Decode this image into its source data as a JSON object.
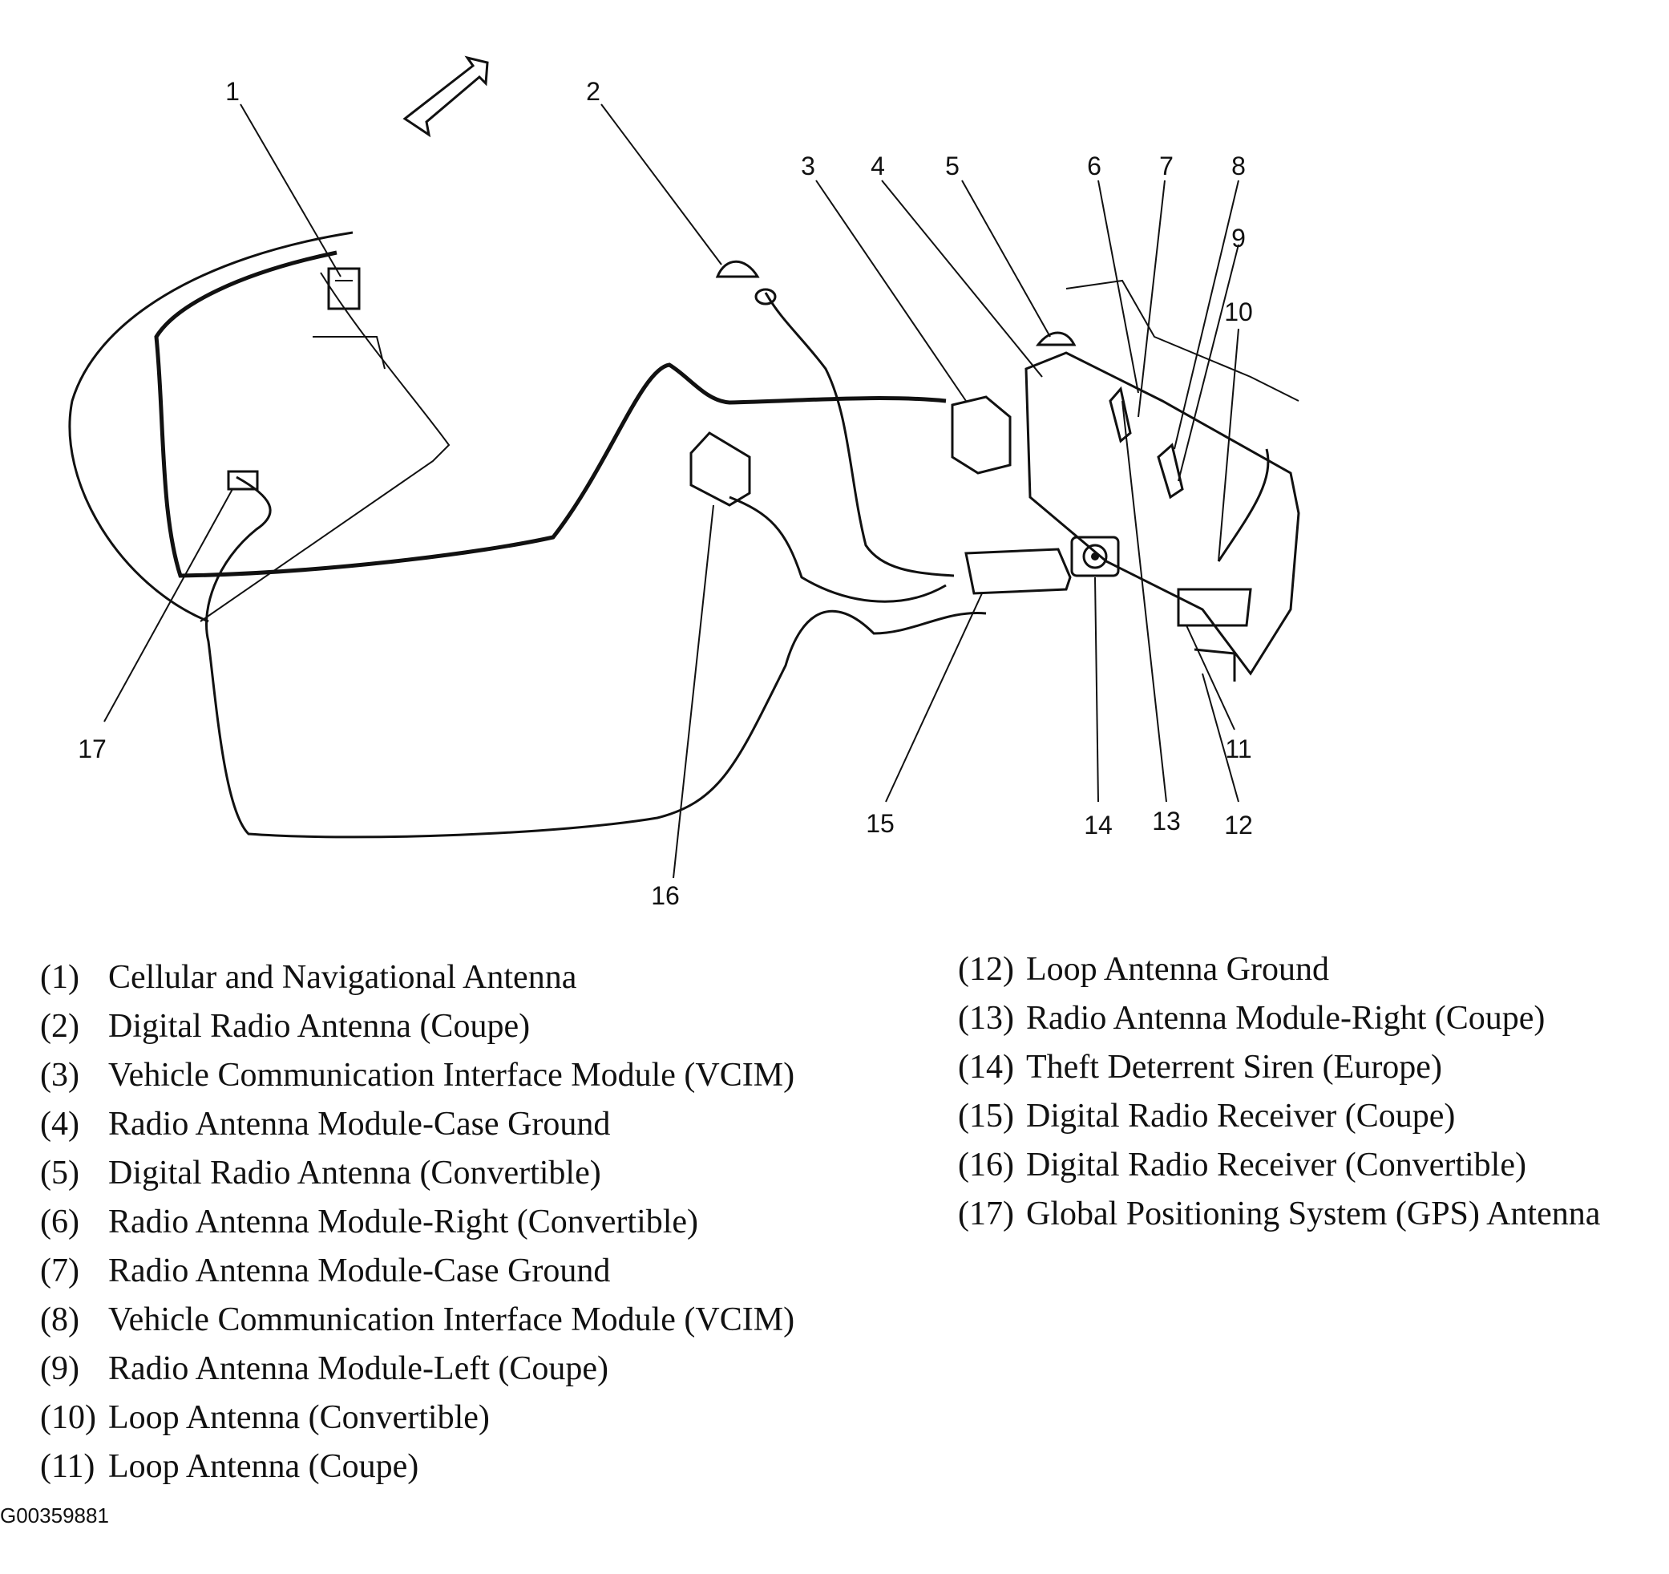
{
  "callouts": [
    "1",
    "2",
    "3",
    "4",
    "5",
    "6",
    "7",
    "8",
    "9",
    "10",
    "11",
    "12",
    "13",
    "14",
    "15",
    "16",
    "17"
  ],
  "legend_left": [
    {
      "num": "(1)",
      "text": "Cellular and Navigational Antenna"
    },
    {
      "num": "(2)",
      "text": "Digital Radio Antenna (Coupe)"
    },
    {
      "num": "(3)",
      "text": "Vehicle Communication Interface Module (VCIM)"
    },
    {
      "num": "(4)",
      "text": "Radio Antenna Module-Case Ground"
    },
    {
      "num": "(5)",
      "text": "Digital Radio Antenna (Convertible)"
    },
    {
      "num": "(6)",
      "text": "Radio Antenna Module-Right (Convertible)"
    },
    {
      "num": "(7)",
      "text": "Radio Antenna Module-Case Ground"
    },
    {
      "num": "(8)",
      "text": "Vehicle Communication Interface Module (VCIM)"
    },
    {
      "num": "(9)",
      "text": "Radio Antenna Module-Left (Coupe)"
    },
    {
      "num": "(10)",
      "text": "Loop Antenna (Convertible)"
    },
    {
      "num": "(11)",
      "text": "Loop Antenna (Coupe)"
    }
  ],
  "legend_right": [
    {
      "num": "(12)",
      "text": "Loop Antenna Ground"
    },
    {
      "num": "(13)",
      "text": "Radio Antenna Module-Right (Coupe)"
    },
    {
      "num": "(14)",
      "text": "Theft Deterrent Siren (Europe)"
    },
    {
      "num": "(15)",
      "text": "Digital Radio Receiver (Coupe)"
    },
    {
      "num": "(16)",
      "text": "Digital Radio Receiver (Convertible)"
    },
    {
      "num": "(17)",
      "text": "Global Positioning System (GPS) Antenna"
    }
  ],
  "figure_id": "G00359881"
}
